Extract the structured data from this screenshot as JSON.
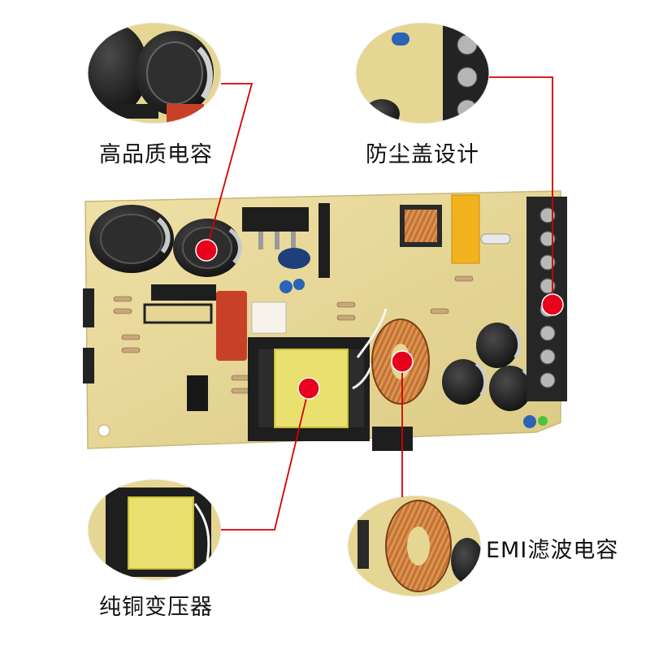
{
  "callouts": {
    "top_left": "高品质电容",
    "top_right": "防尘盖设计",
    "bottom_left": "纯铜变压器",
    "bottom_right": "EMI滤波电容"
  },
  "colors": {
    "background": "#ffffff",
    "board": "#e9d99d",
    "marker": "#e8001c",
    "leader_line": "#d40000",
    "copper": "#c8763a",
    "transformer_tape": "#e8e070",
    "capacitor": "#1c1c1c",
    "terminal": "#2a2a2a"
  }
}
